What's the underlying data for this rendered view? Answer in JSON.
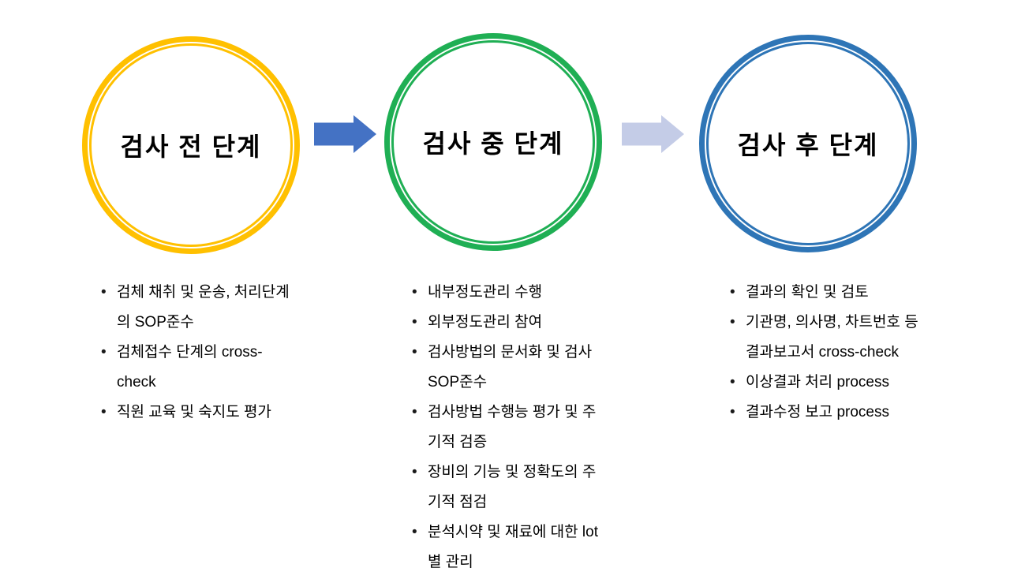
{
  "page": {
    "background_color": "#ffffff",
    "text_color": "#000000"
  },
  "stages": [
    {
      "title": "검사 전 단계",
      "color": "#FFC000",
      "items": [
        "검체 채취 및 운송, 처리단계의 SOP준수",
        "검체접수 단계의 cross-check",
        "직원 교육 및 숙지도 평가"
      ]
    },
    {
      "title": "검사 중 단계",
      "color": "#1FAF54",
      "items": [
        "내부정도관리 수행",
        "외부정도관리 참여",
        "검사방법의 문서화 및 검사 SOP준수",
        "검사방법 수행능 평가 및 주기적 검증",
        "장비의 기능 및 정확도의 주기적 점검",
        "분석시약 및 재료에 대한 lot별 관리"
      ]
    },
    {
      "title": "검사 후 단계",
      "color": "#2E75B6",
      "items": [
        "결과의 확인 및 검토",
        "기관명, 의사명, 차트번호 등 결과보고서 cross-check",
        "이상결과 처리 process",
        "결과수정 보고 process"
      ]
    }
  ],
  "arrows": [
    {
      "label": "arrow-pre-to-mid",
      "color": "#4472C4"
    },
    {
      "label": "arrow-mid-to-post",
      "color": "#C4CCE7"
    }
  ]
}
